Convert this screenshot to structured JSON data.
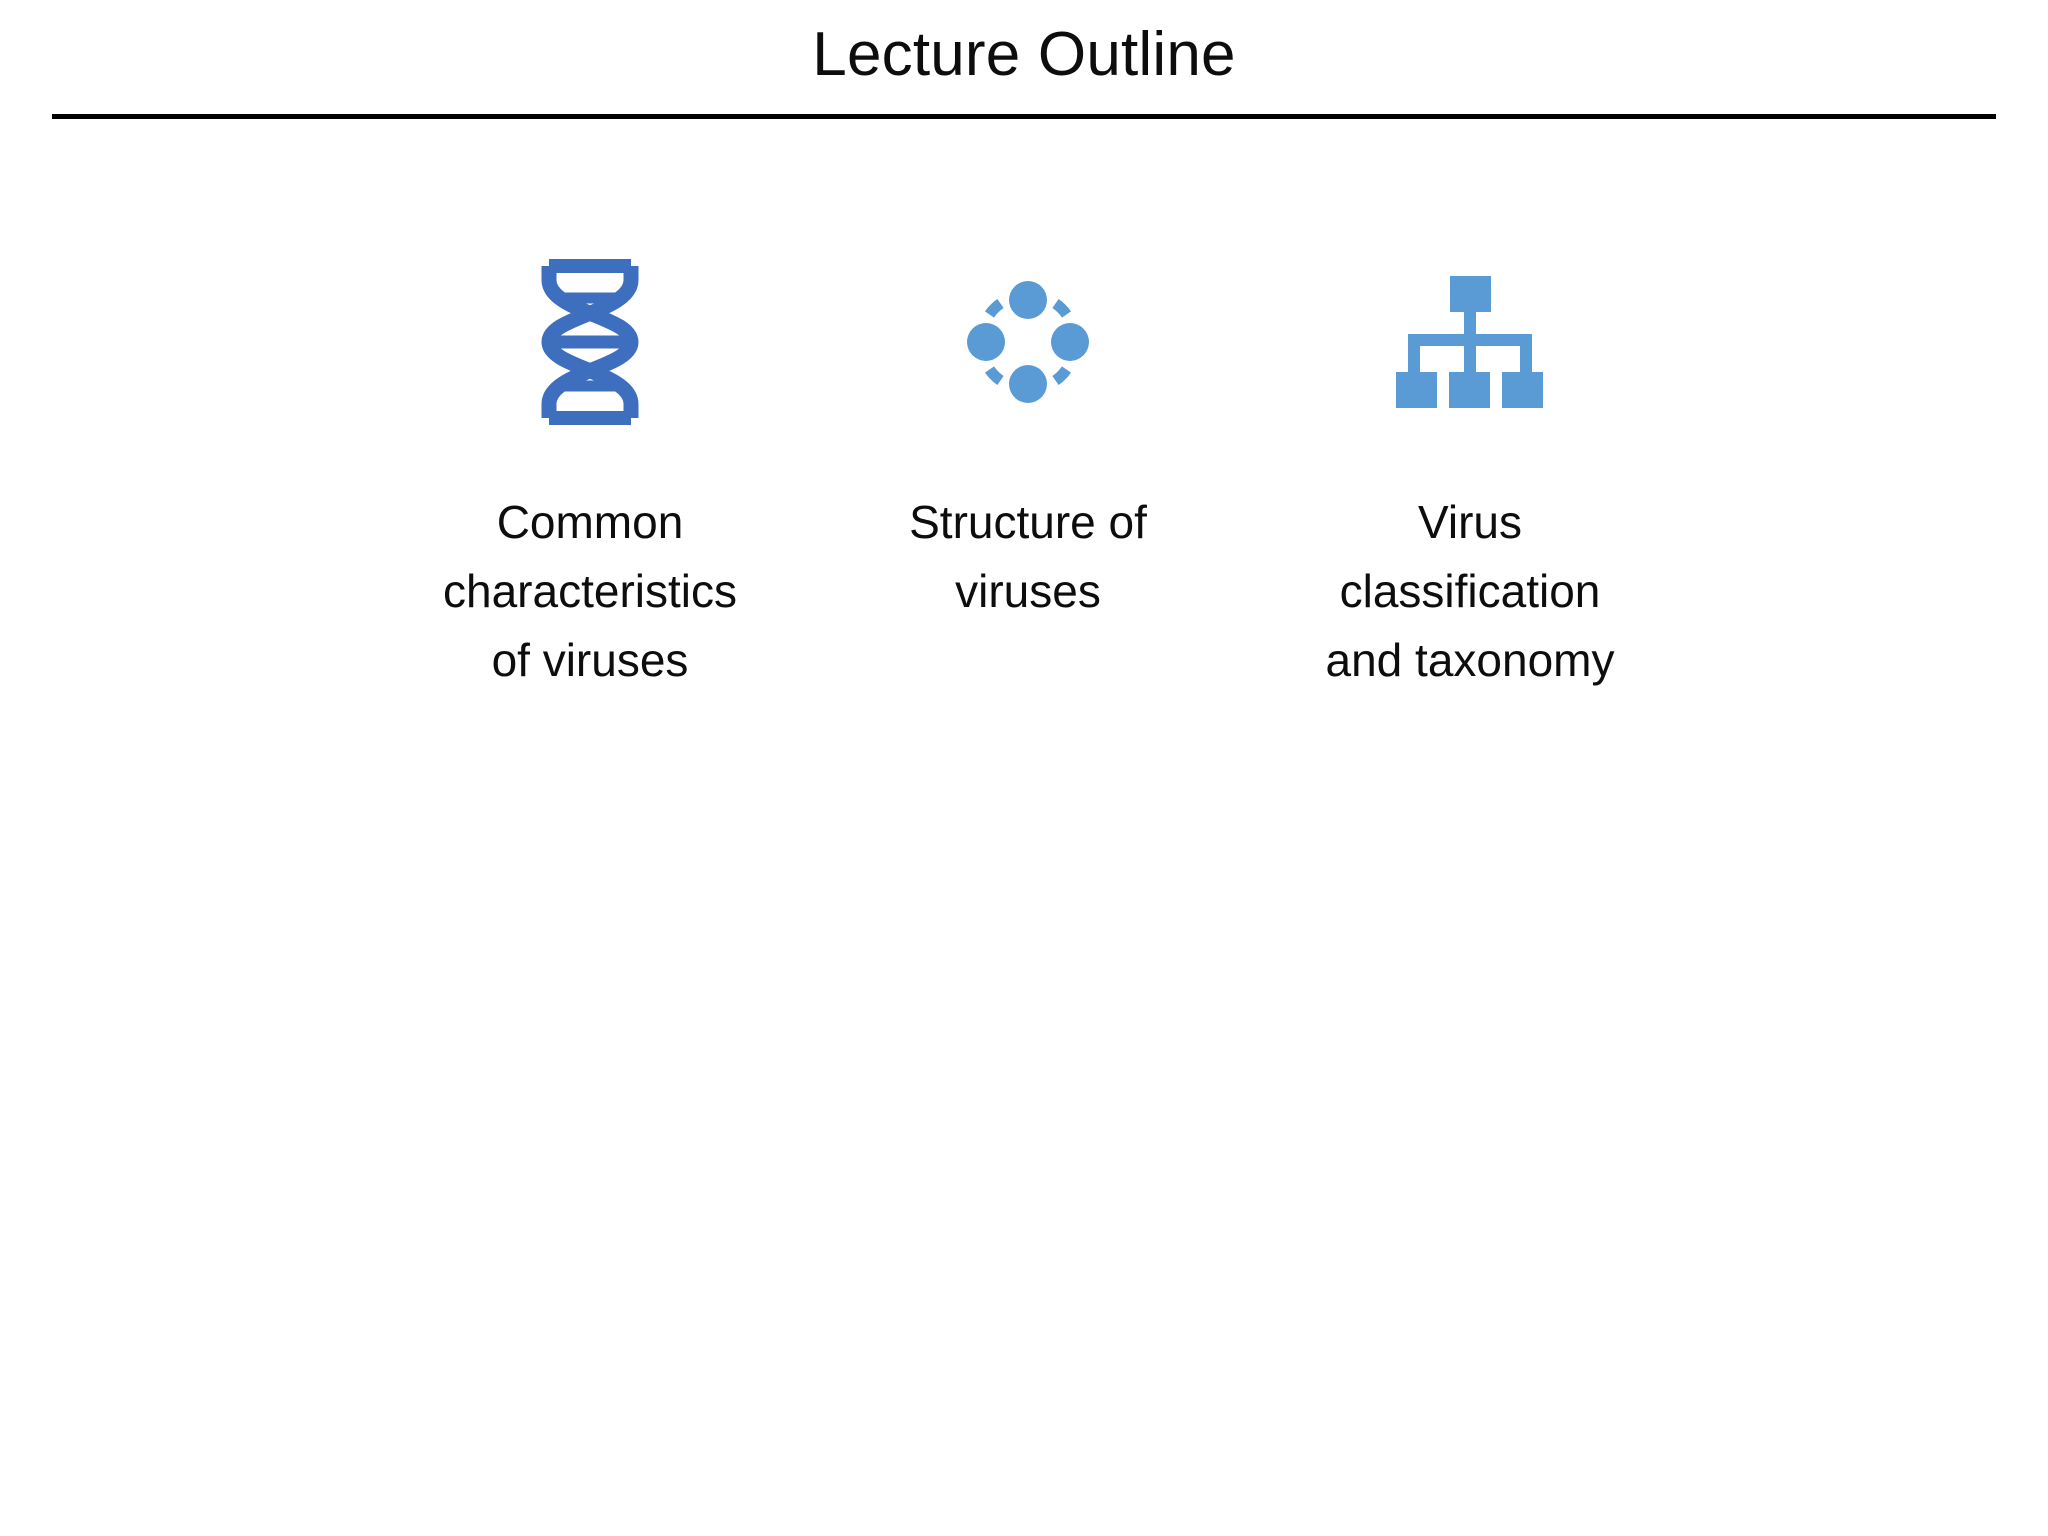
{
  "slide": {
    "title": "Lecture Outline",
    "background_color": "#ffffff",
    "text_color": "#0d0d0d",
    "rule_color": "#000000"
  },
  "colors": {
    "dna_blue": "#3E6FBF",
    "icon_blue": "#5B9BD5"
  },
  "columns": [
    {
      "icon": "dna-helix-icon",
      "label": "Common characteristics of viruses",
      "label_lines": [
        "Common",
        "characteristics",
        "of viruses"
      ]
    },
    {
      "icon": "virus-particle-cycle-icon",
      "label": "Structure of viruses",
      "label_lines": [
        "Structure of",
        "viruses"
      ]
    },
    {
      "icon": "hierarchy-taxonomy-icon",
      "label": "Virus classification and taxonomy",
      "label_lines": [
        "Virus",
        "classification",
        "and taxonomy"
      ]
    }
  ]
}
